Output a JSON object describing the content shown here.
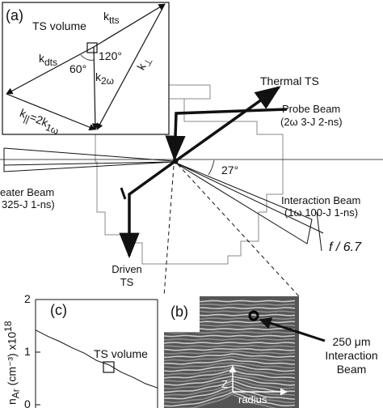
{
  "panel_a": {
    "tag": "(a)",
    "ts_volume": "TS volume",
    "k_tts": "k",
    "k_tts_sub": "tts",
    "k_dts": "k",
    "k_dts_sub": "dts",
    "angle_120": "120°",
    "angle_60": "60°",
    "k_2w": "k",
    "k_2w_sub": "2ω",
    "k_perp": "k",
    "k_perp_sub": "⊥",
    "k_par_eq": "k",
    "k_par_sub": "||",
    "k_par_rhs": "=2k",
    "k_par_rhs_sub": "1ω"
  },
  "diagram": {
    "thermal_ts": "Thermal TS",
    "probe_beam": "Probe Beam",
    "probe_beam_spec": "(2ω 3-J 2-ns)",
    "heater_beam": "eater Beam",
    "heater_beam_spec": "325-J 1-ns)",
    "angle_27": "27°",
    "interaction_beam": "Interaction Beam",
    "interaction_beam_spec": "(1ω 100-J 1-ns)",
    "f_number": "f / 6.7",
    "driven_ts_1": "Driven",
    "driven_ts_2": "TS"
  },
  "panel_b": {
    "tag": "(b)",
    "axis_z": "Z",
    "axis_radius": "radius",
    "annotation_1": "250 μm",
    "annotation_2": "Interaction",
    "annotation_3": "Beam"
  },
  "panel_c": {
    "tag": "(c)",
    "ylabel": "n",
    "ylabel_sub": "Ar",
    "ylabel_unit": " (cm⁻³) x10",
    "ylabel_exp": "18",
    "yticks": [
      "2",
      "1",
      "0"
    ],
    "ts_volume": "TS volume"
  },
  "chart_data": {
    "type": "line",
    "ylabel": "nAr (cm-3) x10^18",
    "ylim": [
      0,
      2
    ],
    "yticks": [
      0,
      1,
      2
    ],
    "series": [
      {
        "x": [
          0,
          0.1,
          0.2,
          0.3,
          0.4,
          0.5,
          0.6,
          0.7,
          0.8,
          0.9,
          1.0
        ],
        "y": [
          1.42,
          1.32,
          1.2,
          1.1,
          0.98,
          0.86,
          0.76,
          0.64,
          0.52,
          0.42,
          0.32
        ]
      }
    ]
  },
  "colors": {
    "line": "#111111",
    "housing": "#8a8a8a",
    "photo_bg": "#555555"
  }
}
